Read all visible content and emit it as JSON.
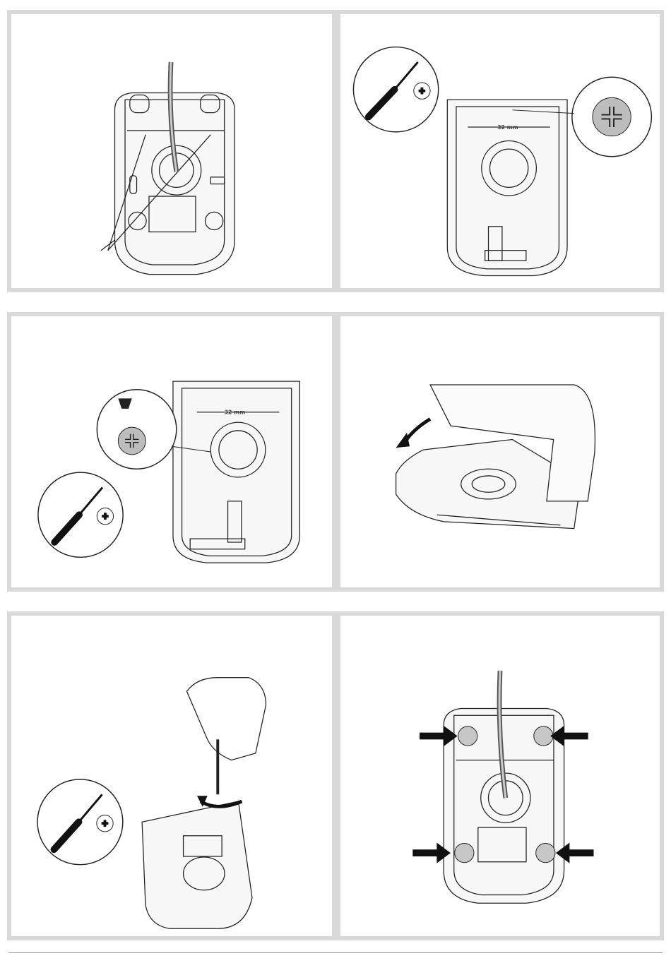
{
  "document": {
    "title": "",
    "panels": [
      {
        "id": "step-1",
        "label_text": ""
      },
      {
        "id": "step-2",
        "label_text": "32 mm"
      },
      {
        "id": "step-3",
        "label_text": "32 mm"
      },
      {
        "id": "step-4",
        "label_text": ""
      },
      {
        "id": "step-5",
        "label_text": ""
      },
      {
        "id": "step-6",
        "label_text": ""
      }
    ],
    "icons": [
      "phillips-screwdriver-icon",
      "phillips-screw-head-icon",
      "curved-arrow-icon",
      "rotate-arrow-icon",
      "push-arrow-icon"
    ],
    "colors": {
      "frame": "#d9d9d9",
      "ink": "#111111",
      "fill_grey": "#bdbdbd"
    }
  }
}
